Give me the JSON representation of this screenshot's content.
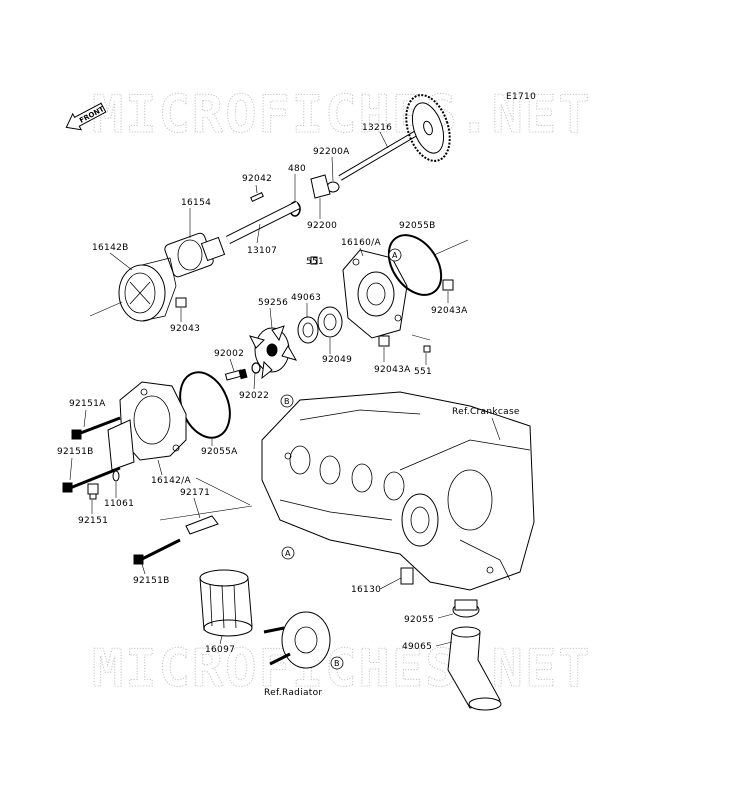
{
  "figure_code": "E1710",
  "watermark": "MICROFICHES.NET",
  "front_arrow": "FRONT",
  "labels": {
    "p13216": "13216",
    "p92200A": "92200A",
    "p480": "480",
    "p92042": "92042",
    "p92200": "92200",
    "p16154": "16154",
    "p13107": "13107",
    "p16142B": "16142B",
    "p92043": "92043",
    "p16160A": "16160/A",
    "p92055B": "92055B",
    "p551a": "551",
    "p49063": "49063",
    "p59256": "59256",
    "p92043A_1": "92043A",
    "p92049": "92049",
    "p92043A_2": "92043A",
    "p551b": "551",
    "p92002": "92002",
    "p92022": "92022",
    "p92151A": "92151A",
    "p92055A": "92055A",
    "p92151B_1": "92151B",
    "p16142A": "16142/A",
    "p11061": "11061",
    "p92171": "92171",
    "p92151": "92151",
    "p92151B_2": "92151B",
    "p16130": "16130",
    "p92055": "92055",
    "p16097": "16097",
    "p49065": "49065",
    "ref_crankcase": "Ref.Crankcase",
    "ref_radiator": "Ref.Radiator"
  },
  "callouts": {
    "a": "A",
    "b": "B"
  }
}
